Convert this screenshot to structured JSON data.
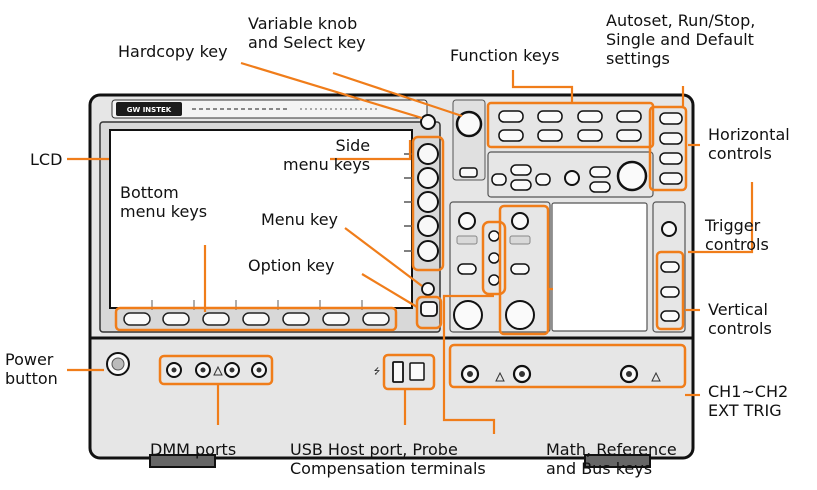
{
  "device": {
    "brand": "GW INSTEK",
    "body_color": "#e6e6e6",
    "frame_color": "#111111",
    "accent": "#f07d1a",
    "leader_color": "#f07d1a"
  },
  "callouts": {
    "hardcopy_key": "Hardcopy key",
    "variable_knob": "Variable knob\nand Select key",
    "function_keys": "Function keys",
    "autoset": "Autoset, Run/Stop,\nSingle and Default\nsettings",
    "lcd": "LCD",
    "side_menu_keys": "Side\nmenu keys",
    "bottom_menu_keys": "Bottom\nmenu keys",
    "horizontal_controls": "Horizontal\ncontrols",
    "menu_key": "Menu key",
    "trigger_controls": "Trigger\ncontrols",
    "option_key": "Option key",
    "vertical_controls": "Vertical\ncontrols",
    "power_button": "Power\nbutton",
    "ch1_ch2_ext_trig": "CH1~CH2\nEXT TRIG",
    "dmm_ports": "DMM ports",
    "usb_host_port": "USB Host port, Probe\nCompensation terminals",
    "math_reference_bus": "Math, Reference\nand Bus keys"
  }
}
